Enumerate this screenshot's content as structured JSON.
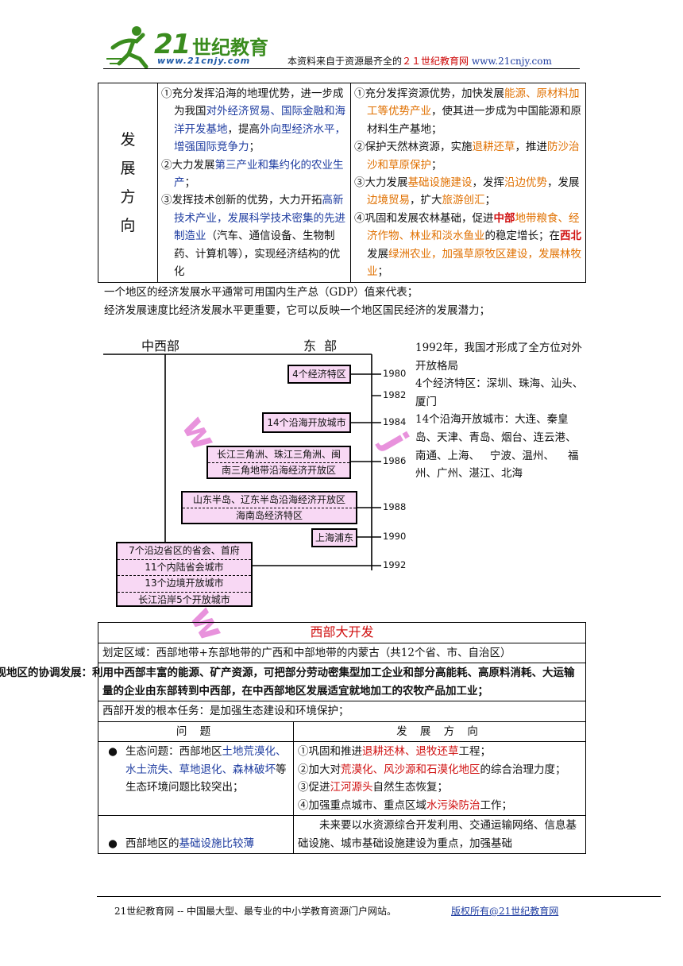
{
  "header": {
    "logo_number": "21",
    "logo_text": "世纪教育",
    "logo_url": "www.21cnjy.com",
    "tag_prefix": "本资料来自于资源最齐全的",
    "tag_highlight": "２１世纪教育网",
    "tag_url": "www.21cnjy.com"
  },
  "table1": {
    "row_label": [
      "发",
      "展",
      "方",
      "向"
    ],
    "left": [
      {
        "num": "①",
        "segments": [
          {
            "t": "充分发挥沿海的地理优势，进一步成为我国",
            "c": ""
          },
          {
            "t": "对外经济贸易、国际金融和海洋开发基地",
            "c": "blue"
          },
          {
            "t": "，提高",
            "c": ""
          },
          {
            "t": "外向型经济水平，增强国际竞争力",
            "c": "blue"
          },
          {
            "t": "；",
            "c": ""
          }
        ]
      },
      {
        "num": "②",
        "segments": [
          {
            "t": "大力发展",
            "c": ""
          },
          {
            "t": "第三产业和集约化的农业生产",
            "c": "blue"
          },
          {
            "t": "；",
            "c": ""
          }
        ]
      },
      {
        "num": "③",
        "segments": [
          {
            "t": "发挥技术创新的优势，大力开拓",
            "c": ""
          },
          {
            "t": "高新技术产业，发展科学技术密集的先进制造业",
            "c": "blue"
          },
          {
            "t": "（汽车、通信设备、生物制药、计算机等），实现经济结构的优化",
            "c": ""
          }
        ]
      }
    ],
    "right": [
      {
        "num": "①",
        "segments": [
          {
            "t": "充分发挥资源优势，加快发展",
            "c": ""
          },
          {
            "t": "能源、原材料加工等优势产业",
            "c": "orange"
          },
          {
            "t": "，使其进一步成为中国能源和原材料生产基地；",
            "c": ""
          }
        ]
      },
      {
        "num": "②",
        "segments": [
          {
            "t": "保护天然林资源，实施",
            "c": ""
          },
          {
            "t": "退耕还草",
            "c": "orange"
          },
          {
            "t": "，推进",
            "c": ""
          },
          {
            "t": "防沙治沙和草原保护",
            "c": "orange"
          },
          {
            "t": "；",
            "c": ""
          }
        ]
      },
      {
        "num": "③",
        "segments": [
          {
            "t": "大力发展",
            "c": ""
          },
          {
            "t": "基础设施建设",
            "c": "orange"
          },
          {
            "t": "，发挥",
            "c": ""
          },
          {
            "t": "沿边优势",
            "c": "orange"
          },
          {
            "t": "，发展",
            "c": ""
          },
          {
            "t": "边境贸易",
            "c": "orange"
          },
          {
            "t": "，扩大",
            "c": ""
          },
          {
            "t": "旅游创汇",
            "c": "orange"
          },
          {
            "t": "；",
            "c": ""
          }
        ]
      },
      {
        "num": "④",
        "segments": [
          {
            "t": "巩固和发展农林基础，促进",
            "c": ""
          },
          {
            "t": "中部",
            "c": "red bold"
          },
          {
            "t": "地带",
            "c": "orange"
          },
          {
            "t": "粮食、经济作物、林业和淡水鱼业",
            "c": "orange"
          },
          {
            "t": "的稳定增长；在",
            "c": ""
          },
          {
            "t": "西北",
            "c": "red bold"
          },
          {
            "t": "发展",
            "c": ""
          },
          {
            "t": "绿洲农业，加强草原牧区建设，发展林牧业",
            "c": "orange"
          },
          {
            "t": "；",
            "c": ""
          }
        ]
      }
    ]
  },
  "text_lines": [
    "一个地区的经济发展水平通常可用国内生产总（GDP）值来代表；",
    "经济发展速度比经济发展水平更重要，它可以反映一个地区国民经济的发展潜力；"
  ],
  "timeline": {
    "label_west": "中西部",
    "label_east": "东  部",
    "years": [
      "1980",
      "1982",
      "1984",
      "1986",
      "1988",
      "1990",
      "1992"
    ],
    "boxes": [
      {
        "lines": [
          "4个经济特区"
        ]
      },
      {
        "lines": [
          "14个沿海开放城市"
        ]
      },
      {
        "lines": [
          "长江三角洲、珠江三角洲、闽",
          "南三角地带沿海经济开放区"
        ]
      },
      {
        "lines": [
          "山东半岛、辽东半岛沿海经济开放区",
          "海南岛经济特区"
        ]
      },
      {
        "lines": [
          "上海浦东"
        ]
      },
      {
        "lines": [
          "7个沿边省区的省会、首府",
          "11个内陆省会城市",
          "13个边境开放城市",
          "长江沿岸5个开放城市"
        ]
      }
    ]
  },
  "side_text": [
    "1992年，我国才形成了全方位对外开放格局",
    "4个经济特区：深圳、珠海、汕头、     厦门",
    "14个沿海开放城市：大连、秦皇岛、天津、青岛、烟台、连云港、      南通、上海、   宁波、温州、    福州、广州、湛江、北海"
  ],
  "table2": {
    "title": "西部大开发",
    "region": "划定区域：西部地带+东部地带的广西和中部地带的内蒙古（共12个省、市、自治区）",
    "coord_label": "实现地区的协调发展：",
    "coord_text": "利用中西部丰富的能源、矿产资源，可把部分劳动密集型加工企业和部分高能耗、高原料消耗、大运输量的企业由东部转到中西部，在中西部地区发展适宜就地加工的农牧产品加工业；",
    "task": "西部开发的根本任务：是加强生态建设和环境保护；",
    "col_problem": "问 题",
    "col_direction": "发 展 方 向",
    "problem1": [
      {
        "t": "生态问题：西部地区",
        "c": ""
      },
      {
        "t": "土地荒漠化、水土流失、草地退化、森林破坏",
        "c": "blue"
      },
      {
        "t": "等生态环境问题比较突出；",
        "c": ""
      }
    ],
    "directions1": [
      [
        {
          "t": "①巩固和推进",
          "c": ""
        },
        {
          "t": "退耕还林、退牧还草",
          "c": "red"
        },
        {
          "t": "工程；",
          "c": ""
        }
      ],
      [
        {
          "t": "②加大对",
          "c": ""
        },
        {
          "t": "荒漠化、风沙源和石漠化地区",
          "c": "red"
        },
        {
          "t": "的综合治理力度；",
          "c": ""
        }
      ],
      [
        {
          "t": "③促进",
          "c": ""
        },
        {
          "t": "江河源头",
          "c": "red"
        },
        {
          "t": "自然生态恢复；",
          "c": ""
        }
      ],
      [
        {
          "t": "④加强重点城市、重点区域",
          "c": ""
        },
        {
          "t": "水污染防治",
          "c": "red"
        },
        {
          "t": "工作；",
          "c": ""
        }
      ]
    ],
    "problem2": [
      {
        "t": "西部地区的",
        "c": ""
      },
      {
        "t": "基础设施比较薄",
        "c": "blue"
      }
    ],
    "direction2": "未来要以水资源综合开发利用、交通运输网络、信息基础设施、城市基础设施建设为重点，加强基础"
  },
  "footer": {
    "left": "21世纪教育网 -- 中国最大型、最专业的中小学教育资源门户网站。",
    "right": "版权所有@21世纪教育网"
  }
}
